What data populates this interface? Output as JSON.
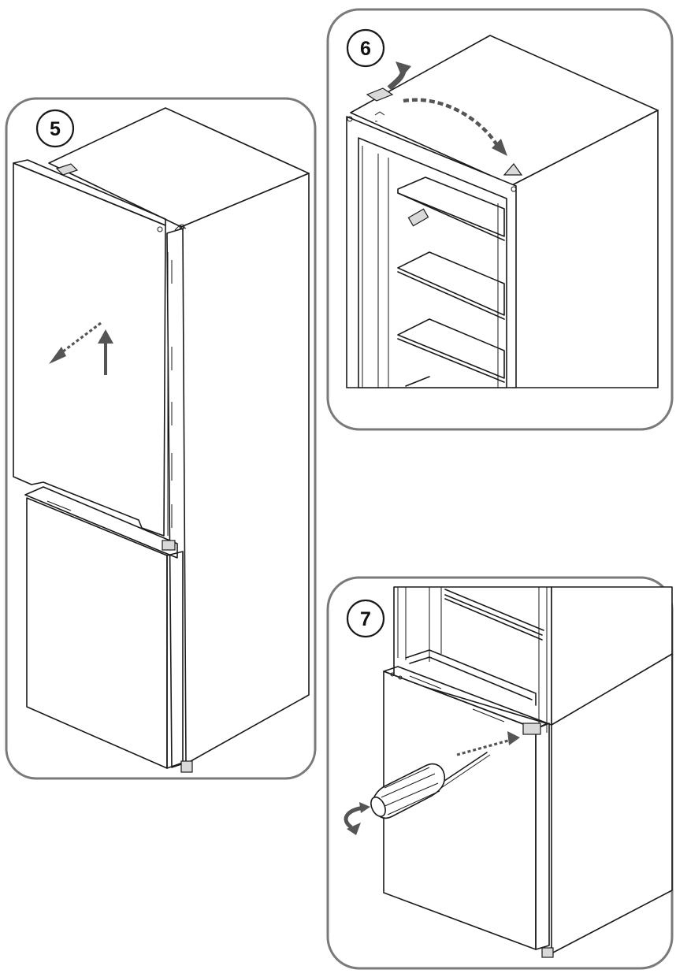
{
  "steps": [
    {
      "number": "5",
      "icon": "door-lift-arrow-icon"
    },
    {
      "number": "6",
      "icon": "hinge-cover-move-icon"
    },
    {
      "number": "7",
      "icon": "screwdriver-icon"
    }
  ],
  "colors": {
    "panel_border": "#7a7a7a",
    "line": "#1a1a1a",
    "arrow": "#555555"
  }
}
